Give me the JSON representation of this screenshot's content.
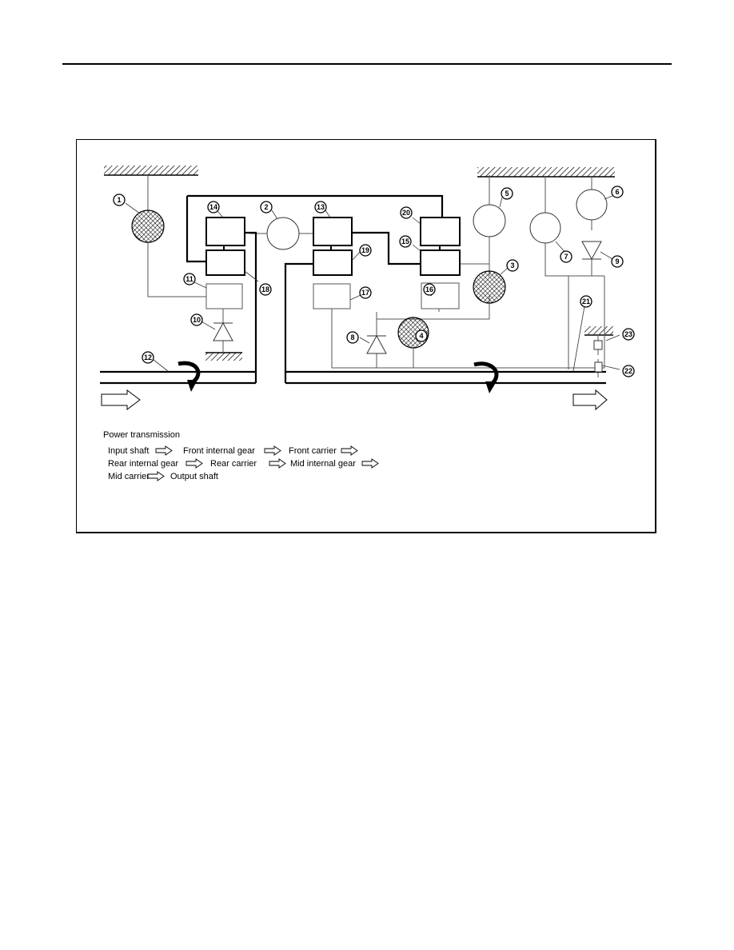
{
  "numbers": [
    "1",
    "2",
    "3",
    "4",
    "5",
    "6",
    "7",
    "8",
    "9",
    "10",
    "11",
    "12",
    "13",
    "14",
    "15",
    "16",
    "17",
    "18",
    "19",
    "20",
    "21",
    "22",
    "23"
  ],
  "power": {
    "title": "Power transmission",
    "row1": [
      "Input shaft",
      "Front internal gear",
      "Front carrier"
    ],
    "row2": [
      "Rear internal gear",
      "Rear carrier",
      "Mid internal gear"
    ],
    "row3": [
      "Mid carrier",
      "Output shaft"
    ]
  },
  "colors": {
    "line": "#000000",
    "thin": "#555555",
    "hatch": "#000000"
  }
}
